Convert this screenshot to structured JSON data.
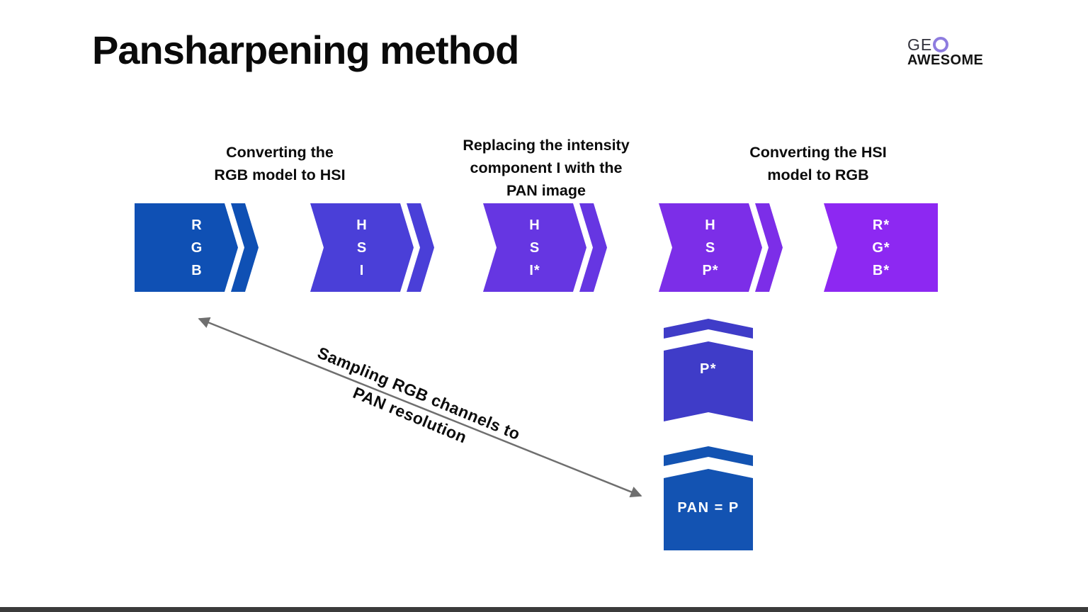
{
  "title": "Pansharpening method",
  "logo": {
    "geo": "GE",
    "awesome": "AWESOME"
  },
  "steps": {
    "step1": [
      "Converting the",
      "RGB model to HSI"
    ],
    "step2": [
      "Replacing the intensity",
      "component I with the",
      "PAN image"
    ],
    "step3": [
      "Converting the HSI",
      "model to RGB"
    ]
  },
  "blocks": [
    {
      "id": "rgb",
      "lines": [
        "R",
        "G",
        "B"
      ],
      "color": "#0f50b4"
    },
    {
      "id": "hsi",
      "lines": [
        "H",
        "S",
        "I"
      ],
      "color": "#4a3fd8"
    },
    {
      "id": "hsi-star",
      "lines": [
        "H",
        "S",
        "I*"
      ],
      "color": "#6636e2"
    },
    {
      "id": "hsp-star",
      "lines": [
        "H",
        "S",
        "P*"
      ],
      "color": "#7c2ee8"
    },
    {
      "id": "rgb-star",
      "lines": [
        "R*",
        "G*",
        "B*"
      ],
      "color": "#8d28f2"
    }
  ],
  "banners": [
    {
      "id": "p-star",
      "label": "P*",
      "color": "#3f3cc8"
    },
    {
      "id": "pan",
      "label": "PAN = P",
      "color": "#1353b2"
    }
  ],
  "sampling_note": [
    "Sampling RGB channels to",
    "PAN resolution"
  ],
  "colors": {
    "arrow": "#6f6f6f",
    "footer_bar": "#3b3b3b",
    "logo_ring": "#8e7cdf"
  }
}
